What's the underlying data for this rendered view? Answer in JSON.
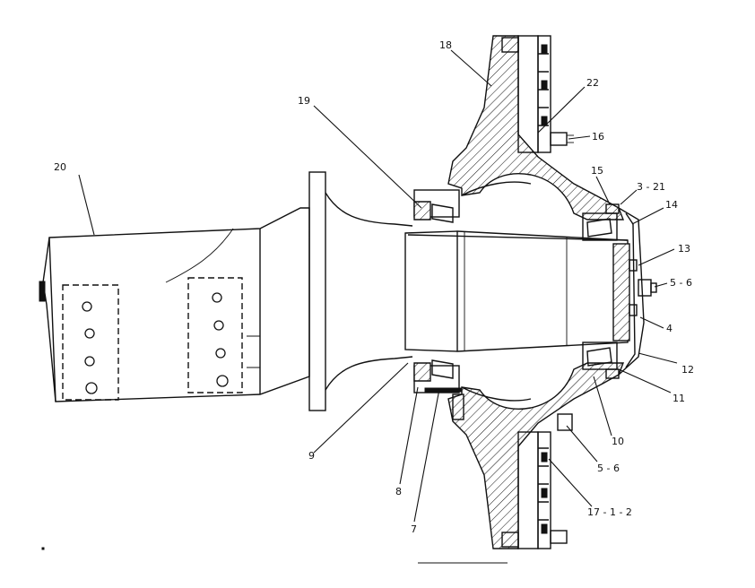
{
  "drawing": {
    "labels": {
      "l20": "20",
      "l19": "19",
      "l18": "18",
      "l22": "22",
      "l16": "16",
      "l15": "15",
      "l3_21": "3 - 21",
      "l14": "14",
      "l13": "13",
      "l5_6a": "5 - 6",
      "l4": "4",
      "l12": "12",
      "l11": "11",
      "l10": "10",
      "l5_6b": "5 - 6",
      "l17": "17 - 1 - 2",
      "l9": "9",
      "l8": "8",
      "l7": "7"
    }
  }
}
